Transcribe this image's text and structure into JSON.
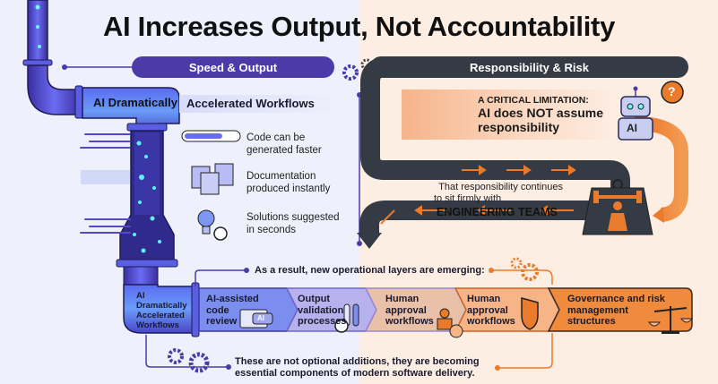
{
  "title": "AI Increases Output, Not Accountability",
  "left_section": {
    "header": "Speed & Output",
    "pipe_label": "AI Dramatically",
    "banner_label": "Accelerated Workflows",
    "features": [
      {
        "icon": "progress-bar-icon",
        "line1": "Code can be",
        "line2": "generated faster"
      },
      {
        "icon": "documents-icon",
        "line1": "Documentation",
        "line2": "produced instantly"
      },
      {
        "icon": "lightbulb-stopwatch-icon",
        "line1": "Solutions suggested",
        "line2": "in seconds"
      }
    ]
  },
  "right_section": {
    "header": "Responsibility & Risk",
    "critical_kicker": "A CRITICAL LIMITATION:",
    "critical_line1": "AI does NOT assume",
    "critical_line2": "responsibility",
    "robot_badge": "AI",
    "question_mark": "?",
    "responsibility_line1": "That responsibility continues",
    "responsibility_line2": "to sit firmly with",
    "engineering_teams": "ENGINEERING TEAMS"
  },
  "bottom_section": {
    "intro_note": "As a result, new operational layers are emerging:",
    "closing_line1": "These are not optional additions, they are becoming",
    "closing_line2": "essential components of modern software delivery.",
    "pipe_outlet": [
      "AI",
      "Dramatically",
      "Accelerated",
      "Workflows"
    ],
    "stages": [
      {
        "lines": [
          "AI-assisted",
          "code",
          "review"
        ],
        "icon": "robot-code-icon",
        "badge": "AI",
        "color": "#7b8ef0"
      },
      {
        "lines": [
          "Output",
          "validation",
          "processes"
        ],
        "icon": "test-tubes-magnifier-icon",
        "color": "#b7b2ee"
      },
      {
        "lines": [
          "Human",
          "approval",
          "workflows"
        ],
        "icon": "stamp-check-icon",
        "color": "#e9c0a8"
      },
      {
        "lines": [
          "Human",
          "approval",
          "workflows"
        ],
        "icon": "shield-icon",
        "color": "#f7b487"
      },
      {
        "lines": [
          "Governance and risk",
          "management",
          "structures"
        ],
        "icon": "scales-icon",
        "color": "#f08a3c"
      }
    ]
  },
  "colors": {
    "purple_accent": "#4b3aa8",
    "dark_road": "#353b45",
    "orange_accent": "#ea7a2c",
    "left_bg": "#eef0fb",
    "right_bg": "#fdeee3"
  }
}
